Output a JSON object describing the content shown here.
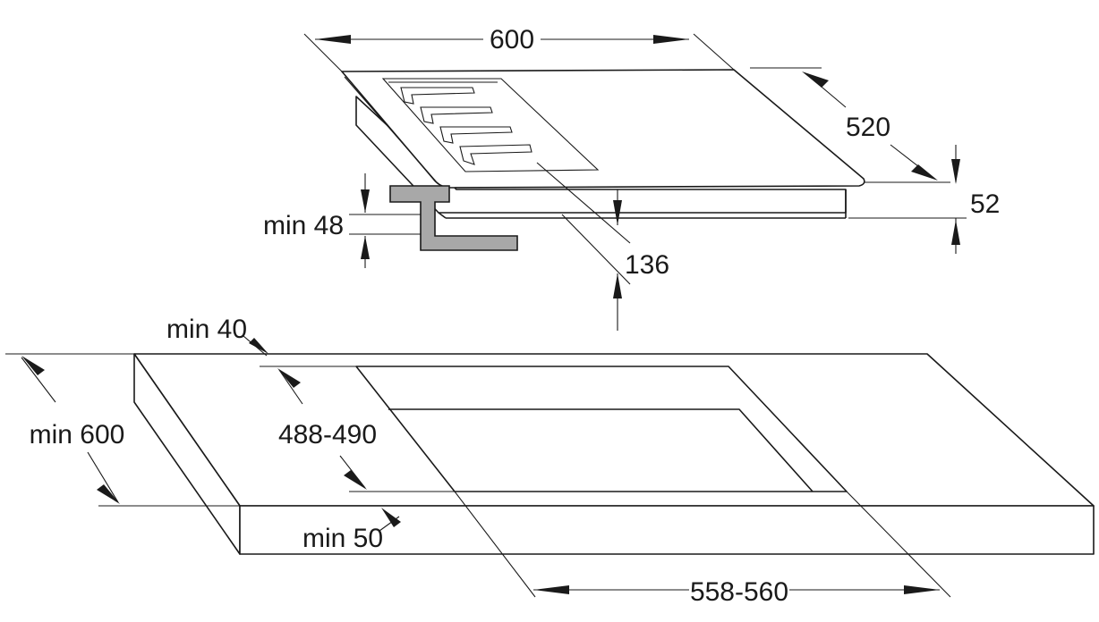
{
  "hob": {
    "width_label": "600",
    "depth_label": "520",
    "height_label": "52",
    "clearance_label": "136"
  },
  "bracket": {
    "min_thickness_label": "min 48"
  },
  "worktop": {
    "edge_distance_label": "min 40",
    "depth_label": "min 600",
    "cutout_depth_label": "488-490",
    "front_distance_label": "min 50",
    "cutout_width_label": "558-560"
  },
  "colors": {
    "line": "#1a1a1a",
    "bracket_fill": "#a8a8a8",
    "background": "#ffffff"
  }
}
